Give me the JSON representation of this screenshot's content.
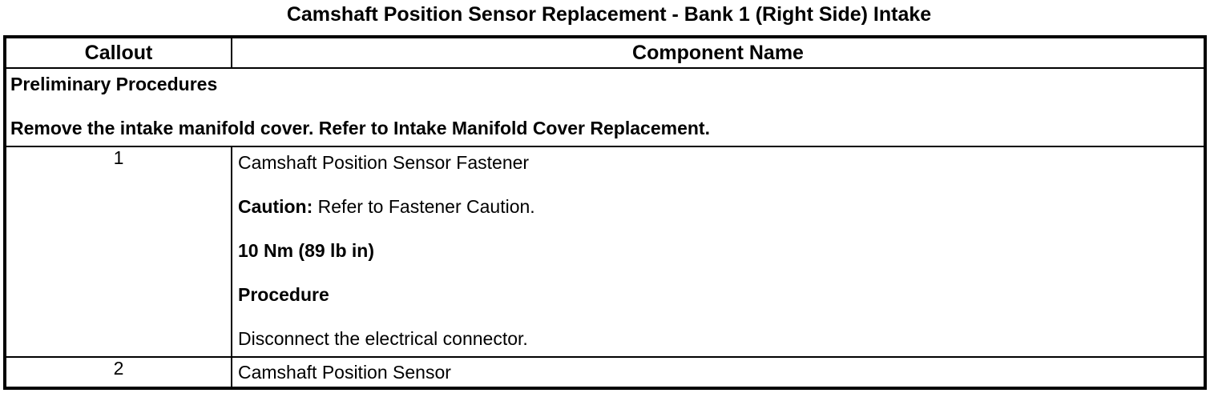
{
  "page_title": "Camshaft Position Sensor Replacement - Bank 1 (Right Side) Intake",
  "table": {
    "columns": [
      "Callout",
      "Component Name"
    ],
    "preliminary_procedures": {
      "heading": "Preliminary Procedures",
      "instruction": "Remove the intake manifold cover. Refer to Intake Manifold Cover Replacement."
    },
    "rows": [
      {
        "callout": "1",
        "component": {
          "name": "Camshaft Position Sensor Fastener",
          "caution_label": "Caution:",
          "caution_text": "Refer to Fastener Caution.",
          "torque_spec": "10 Nm (89 lb in)",
          "procedure_label": "Procedure",
          "procedure_step": "Disconnect the electrical connector."
        }
      },
      {
        "callout": "2",
        "component": {
          "name": "Camshaft Position Sensor"
        }
      }
    ]
  }
}
